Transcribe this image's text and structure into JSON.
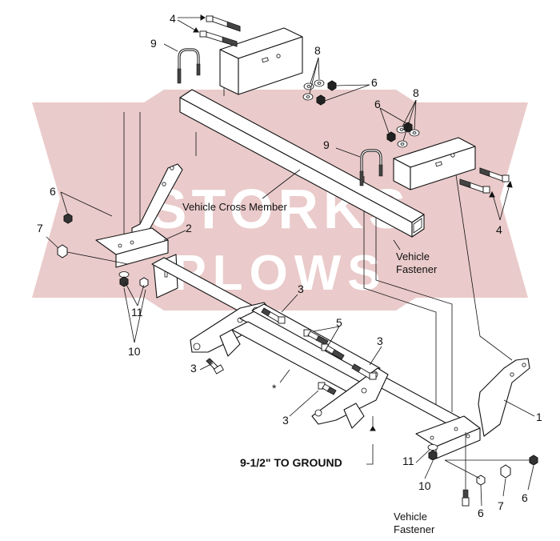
{
  "watermark": {
    "line1": "STORKS",
    "line2": "PLOWS",
    "color": "#d9a0a0"
  },
  "labels": {
    "vehicle_cross_member": "Vehicle Cross Member",
    "vehicle_fastener_upper_1": "Vehicle",
    "vehicle_fastener_upper_2": "Fastener",
    "vehicle_fastener_lower_1": "Vehicle",
    "vehicle_fastener_lower_2": "Fastener",
    "ground_height": "9-1/2\" TO GROUND",
    "asterisk": "*"
  },
  "callouts": {
    "c1": "1",
    "c2": "2",
    "c3a": "3",
    "c3b": "3",
    "c3c": "3",
    "c3d": "3",
    "c4a": "4",
    "c4b": "4",
    "c5": "5",
    "c6a": "6",
    "c6b": "6",
    "c6c": "6",
    "c6d": "6",
    "c6e": "6",
    "c7a": "7",
    "c7b": "7",
    "c8a": "8",
    "c8b": "8",
    "c9a": "9",
    "c9b": "9",
    "c10a": "10",
    "c10b": "10",
    "c11a": "11",
    "c11b": "11"
  }
}
